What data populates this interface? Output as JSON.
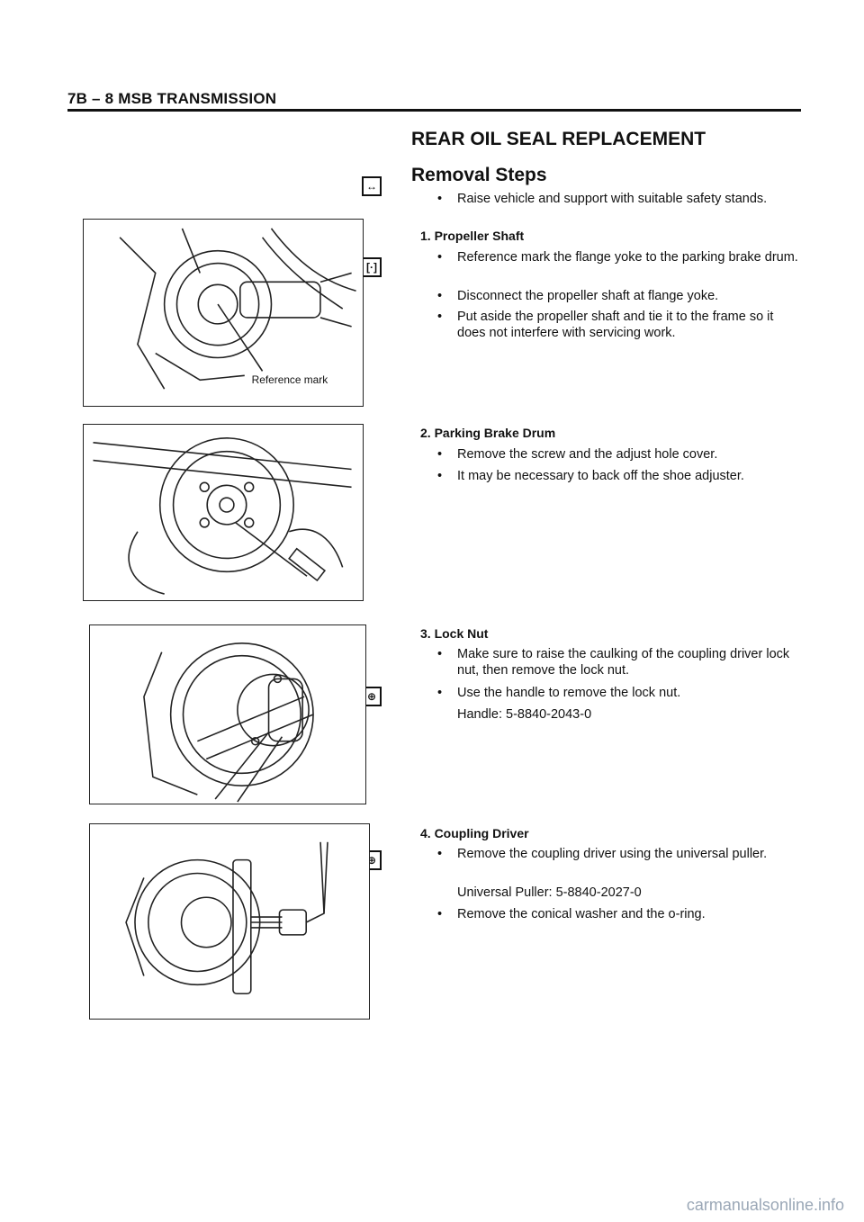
{
  "header": {
    "section": "7B – 8  MSB TRANSMISSION"
  },
  "title": "REAR OIL SEAL REPLACEMENT",
  "subtitle": "Removal Steps",
  "intro_bullet": "Raise vehicle and support with suitable safety stands.",
  "steps": [
    {
      "label": "1.  Propeller Shaft",
      "bullets": [
        "Reference mark the flange yoke to the parking brake drum.",
        "Disconnect the propeller shaft at flange yoke.",
        "Put aside the propeller shaft and tie it to the frame so it does not interfere with servicing work."
      ]
    },
    {
      "label": "2.  Parking Brake Drum",
      "bullets": [
        "Remove the screw and the adjust hole cover.",
        "It may be necessary to back off the shoe adjuster."
      ]
    },
    {
      "label": "3.  Lock Nut",
      "bullets": [
        "Make sure to raise the caulking of the coupling driver lock nut, then remove the lock nut.",
        "Use the handle to remove the lock nut."
      ],
      "note": "Handle: 5-8840-2043-0"
    },
    {
      "label": "4.  Coupling Driver",
      "bullets": [
        "Remove the coupling driver using the universal puller.",
        "Remove the conical washer and the o-ring."
      ],
      "note": "Universal Puller: 5-8840-2027-0"
    }
  ],
  "figures": {
    "fig1_label": "Reference mark"
  },
  "icons": [
    "removal-arrow-icon",
    "mark-icon",
    "special-tool-icon"
  ],
  "watermark": "carmanualsonline.info"
}
